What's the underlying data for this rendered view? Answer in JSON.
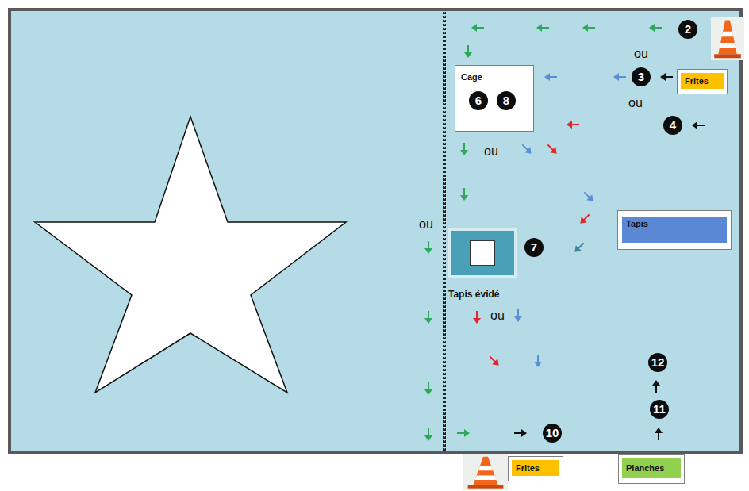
{
  "diagram": {
    "nodes": [
      {
        "text": [
          "Cage"
        ]
      },
      {
        "text": [
          "Frites"
        ]
      },
      {
        "text": [
          "Tapis"
        ]
      },
      {
        "text": [
          "Tapis évidé"
        ]
      },
      {
        "text": [
          "Frites"
        ]
      },
      {
        "text": [
          "Planches"
        ]
      }
    ],
    "labels": [
      "2",
      "ou",
      "3",
      "ou",
      "4",
      "6",
      "8",
      "ou",
      "ou",
      "7",
      "ou",
      "12",
      "11",
      "10"
    ]
  }
}
